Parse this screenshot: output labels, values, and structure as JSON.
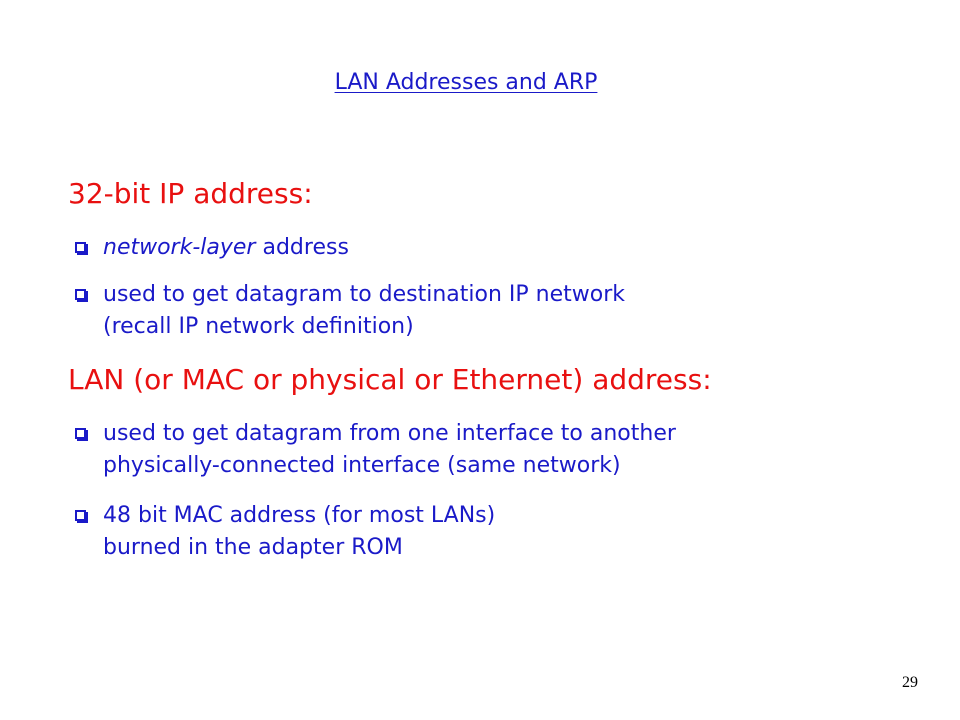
{
  "slide": {
    "title": "LAN Addresses and ARP",
    "page_number": "29"
  },
  "sections": [
    {
      "heading": "32-bit IP address:",
      "bullets": [
        {
          "italic_part": "network-layer",
          "rest": " address"
        },
        {
          "lines": [
            "used to get datagram to destination IP network",
            "(recall IP network definition)"
          ]
        }
      ]
    },
    {
      "heading": "LAN (or MAC or physical or Ethernet) address:",
      "bullets": [
        {
          "lines": [
            "used to get datagram from one interface to another",
            "physically-connected interface (same network)"
          ]
        },
        {
          "lines": [
            "48 bit MAC address (for most LANs)",
            "burned in the adapter ROM"
          ]
        }
      ]
    }
  ],
  "colors": {
    "title": "#1a1ac8",
    "heading": "#e81010",
    "bullet_text": "#1a1ac8"
  },
  "icons": {
    "bullet": "checkbox-square-icon"
  }
}
